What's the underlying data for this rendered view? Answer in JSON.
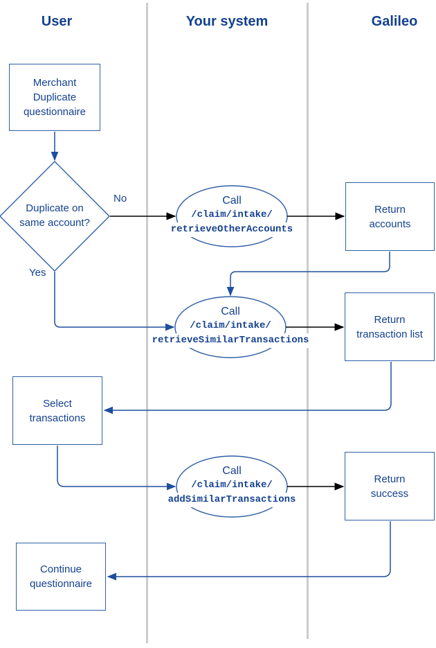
{
  "lanes": {
    "user": "User",
    "system": "Your system",
    "galileo": "Galileo"
  },
  "nodes": {
    "merchant": "Merchant\nDuplicate\nquestionnaire",
    "decision": "Duplicate on\nsame account?",
    "return_accounts": "Return\naccounts",
    "return_transaction_list": "Return\ntransaction list",
    "select_transactions": "Select\ntransactions",
    "return_success": "Return\nsuccess",
    "continue_questionnaire": "Continue\nquestionnaire",
    "call_retrieve_other_accounts": {
      "call": "Call",
      "path": "/claim/intake/",
      "method": "retrieveOtherAccounts"
    },
    "call_retrieve_similar_transactions": {
      "call": "Call",
      "path": "/claim/intake/",
      "method": "retrieveSimilarTransactions"
    },
    "call_add_similar_transactions": {
      "call": "Call",
      "path": "/claim/intake/",
      "method": "addSimilarTransactions"
    }
  },
  "edge_labels": {
    "no": "No",
    "yes": "Yes"
  },
  "colors": {
    "text_navy": "#14418f",
    "shape_stroke": "#2e5fa6",
    "blue_line": "#1e4f9d",
    "black_line": "#000000",
    "lane_divider": "#cccccc"
  }
}
